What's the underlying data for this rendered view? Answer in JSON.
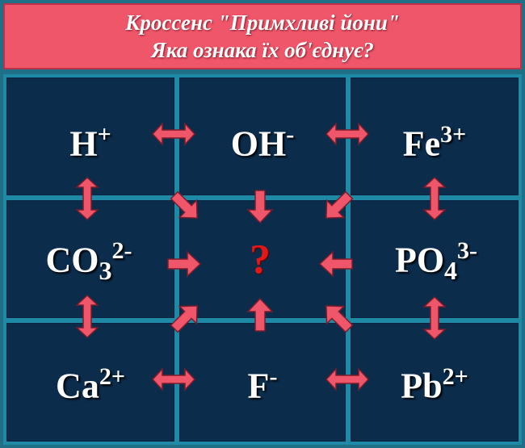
{
  "title": {
    "line1": "Кроссенс \"Примхливі йони\"",
    "line2": "Яка ознака їх об'єднує?"
  },
  "cells": [
    {
      "base": "H",
      "sub": "",
      "sup": "+"
    },
    {
      "base": "OH",
      "sub": "",
      "sup": "-"
    },
    {
      "base": "Fe",
      "sub": "",
      "sup": "3+"
    },
    {
      "base": "CO",
      "sub": "3",
      "sup": "2-"
    },
    {
      "base": "PO",
      "sub": "4",
      "sup": "3-"
    },
    {
      "base": "Ca",
      "sub": "",
      "sup": "2+"
    },
    {
      "base": "F",
      "sub": "",
      "sup": "-"
    },
    {
      "base": "Pb",
      "sub": "",
      "sup": "2+"
    }
  ],
  "center": {
    "text": "?"
  },
  "colors": {
    "title_bg": "#f0566a",
    "grid_lines": "#1f8aa6",
    "cell_bg": "#0c2c4c",
    "arrow_fill": "#f0566a",
    "question": "#e01818"
  }
}
